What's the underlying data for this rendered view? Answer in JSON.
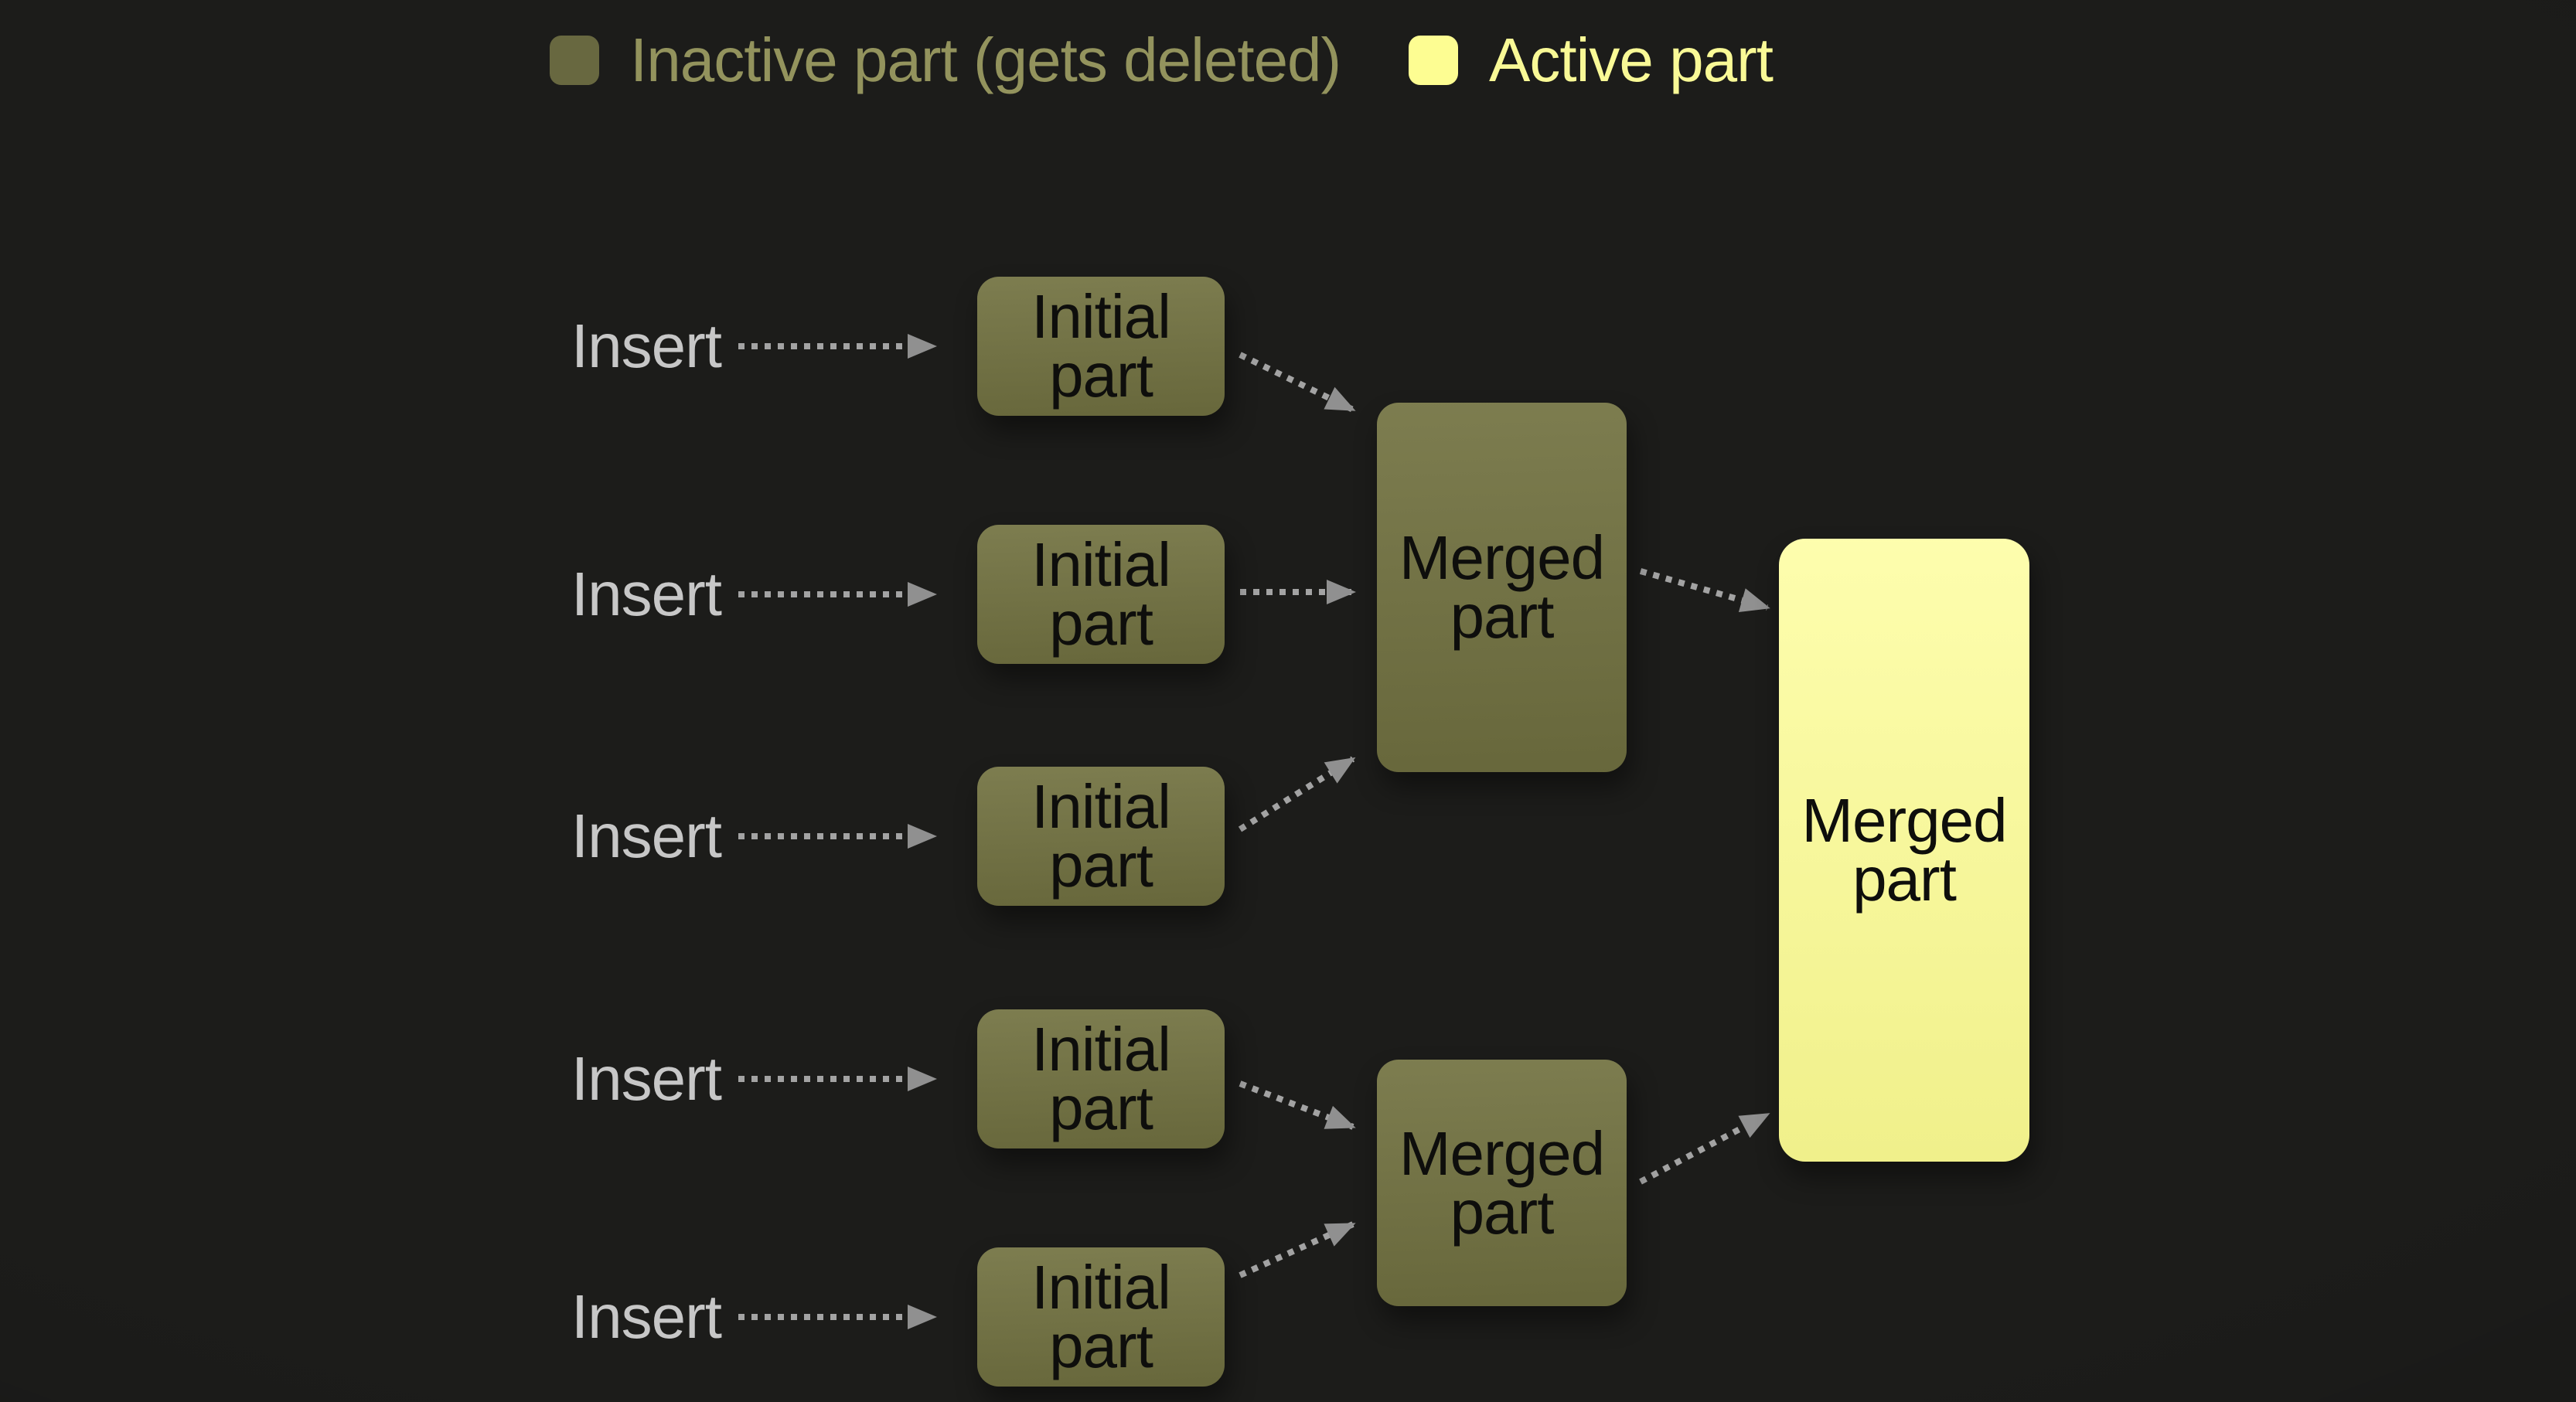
{
  "colors": {
    "bg": "#1c1c1a",
    "olive": "#737342",
    "legend-olive": "#686840",
    "yellow": "#fdfd92",
    "arrow": "#a3a3a3",
    "arrow-head": "#909090",
    "insert-text": "#c7c7c7",
    "legend-inactive-text": "#93935d",
    "legend-active-text": "#f9f996",
    "node-text": "#0e0e0c"
  },
  "legend": {
    "inactive": {
      "label": "Inactive part (gets deleted)",
      "swatch": "olive-rounded-square"
    },
    "active": {
      "label": "Active part",
      "swatch": "yellow-rounded-square"
    }
  },
  "rows": [
    {
      "insert_label": "Insert"
    },
    {
      "insert_label": "Insert"
    },
    {
      "insert_label": "Insert"
    },
    {
      "insert_label": "Insert"
    },
    {
      "insert_label": "Insert"
    }
  ],
  "nodes": {
    "initial": [
      {
        "label": "Initial\npart"
      },
      {
        "label": "Initial\npart"
      },
      {
        "label": "Initial\npart"
      },
      {
        "label": "Initial\npart"
      },
      {
        "label": "Initial\npart"
      }
    ],
    "merged_inactive": [
      {
        "label": "Merged\npart"
      },
      {
        "label": "Merged\npart"
      }
    ],
    "merged_active": {
      "label": "Merged\npart"
    }
  }
}
